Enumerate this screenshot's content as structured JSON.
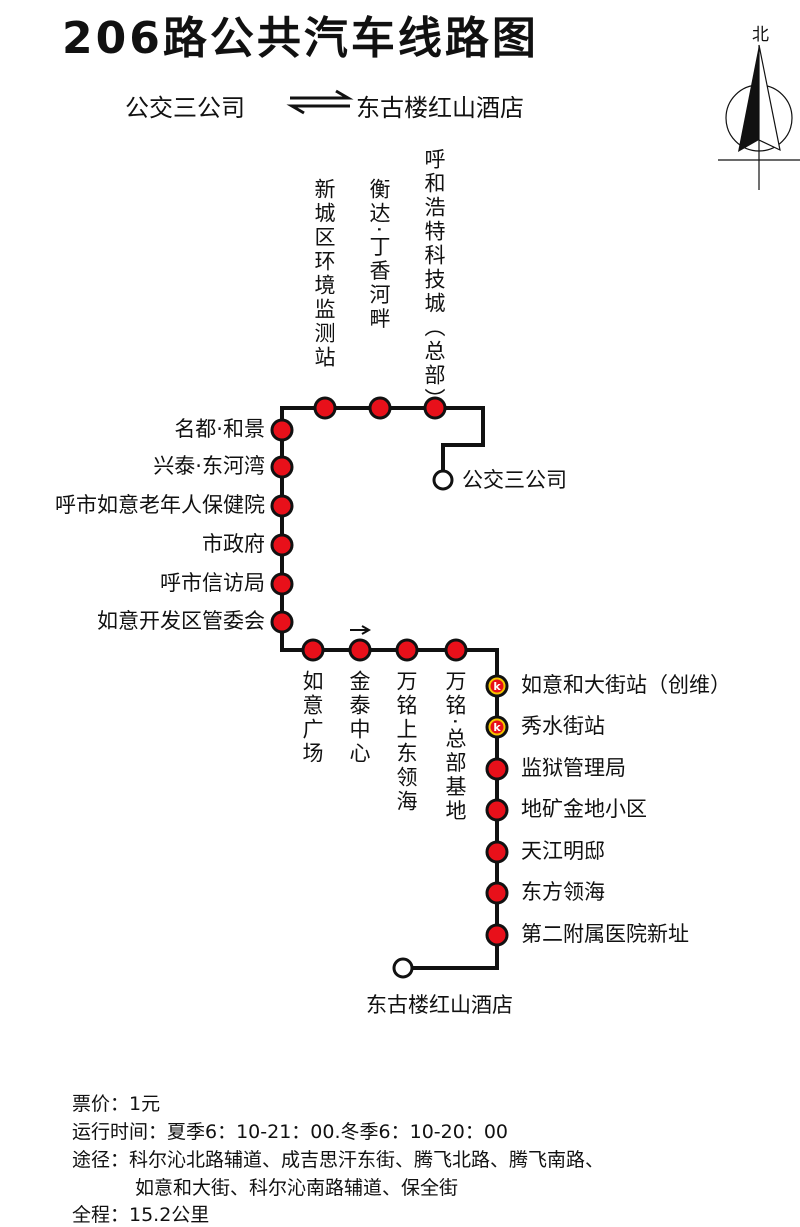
{
  "title": "206路公共汽车线路图",
  "direction": {
    "from": "公交三公司",
    "to": "东古楼红山酒店",
    "arrow_icon": "two-way-arrows"
  },
  "compass": {
    "label": "北"
  },
  "colors": {
    "station": "#e8101a",
    "line": "#111111",
    "k_station": "#f5c400"
  },
  "terminals": {
    "start": "公交三公司",
    "end": "东古楼红山酒店"
  },
  "stations": {
    "top": [
      "呼和浩特科技城（总部）",
      "衡达·丁香河畔",
      "新城区环境监测站"
    ],
    "left": [
      "名都·和景",
      "兴泰·东河湾",
      "呼市如意老年人保健院",
      "市政府",
      "呼市信访局",
      "如意开发区管委会"
    ],
    "bottom": [
      "如意广场",
      "金泰中心",
      "万铭上东领海",
      "万铭·总部基地"
    ],
    "right": [
      {
        "name": "如意和大街站（创维）",
        "type": "k"
      },
      {
        "name": "秀水街站",
        "type": "k"
      },
      {
        "name": "监狱管理局",
        "type": "normal"
      },
      {
        "name": "地矿金地小区",
        "type": "normal"
      },
      {
        "name": "天江明邸",
        "type": "normal"
      },
      {
        "name": "东方领海",
        "type": "normal"
      },
      {
        "name": "第二附属医院新址",
        "type": "normal"
      }
    ]
  },
  "info": {
    "fare": "票价：1元",
    "hours": "运行时间：夏季6：10-21：00.冬季6：10-20：00",
    "route_line1": "途径：科尔沁北路辅道、成吉思汗东街、腾飞北路、腾飞南路、",
    "route_line2": "如意和大街、科尔沁南路辅道、保全街",
    "length": "全程：15.2公里"
  }
}
